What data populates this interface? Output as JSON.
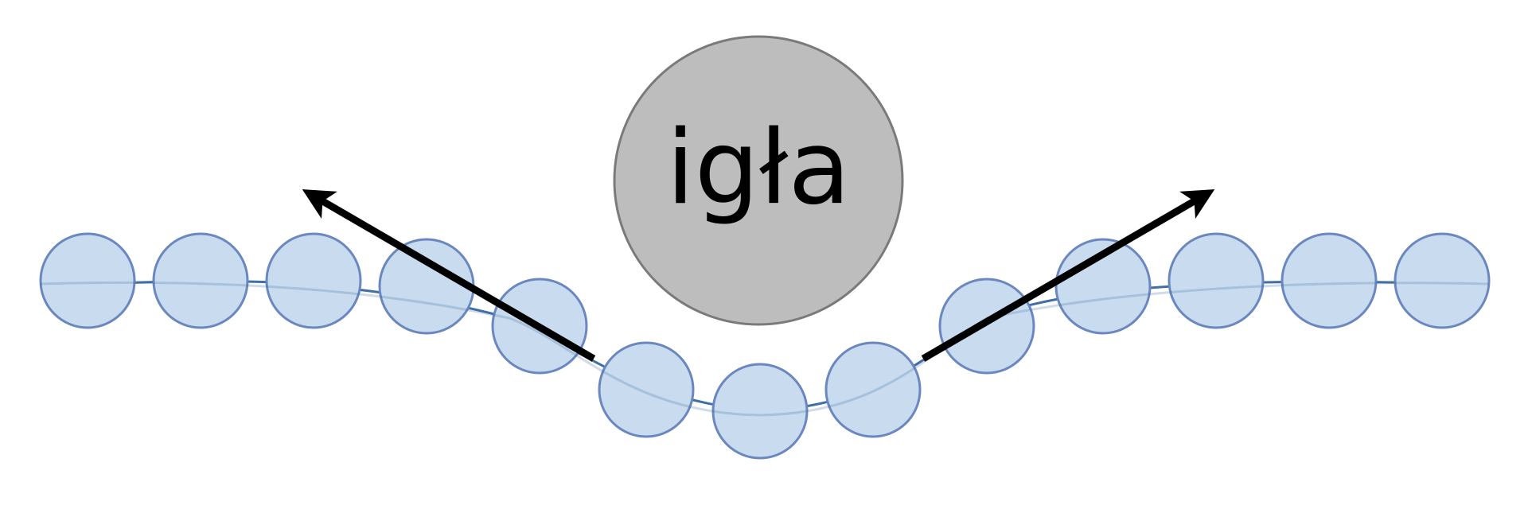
{
  "needle": {
    "label": "igła",
    "fill": "#bdbdbd",
    "stroke": "#7a7a7a",
    "label_color": "#000000"
  },
  "chain": {
    "bead_count": 13,
    "bead_fill": "#c9dcef",
    "bead_stroke": "#6b87bf",
    "thread_color": "#3f6fa5"
  },
  "arrows": {
    "color": "#000000",
    "items": [
      {
        "name": "left-force-arrow",
        "direction": "up-left"
      },
      {
        "name": "right-force-arrow",
        "direction": "up-right"
      }
    ]
  }
}
